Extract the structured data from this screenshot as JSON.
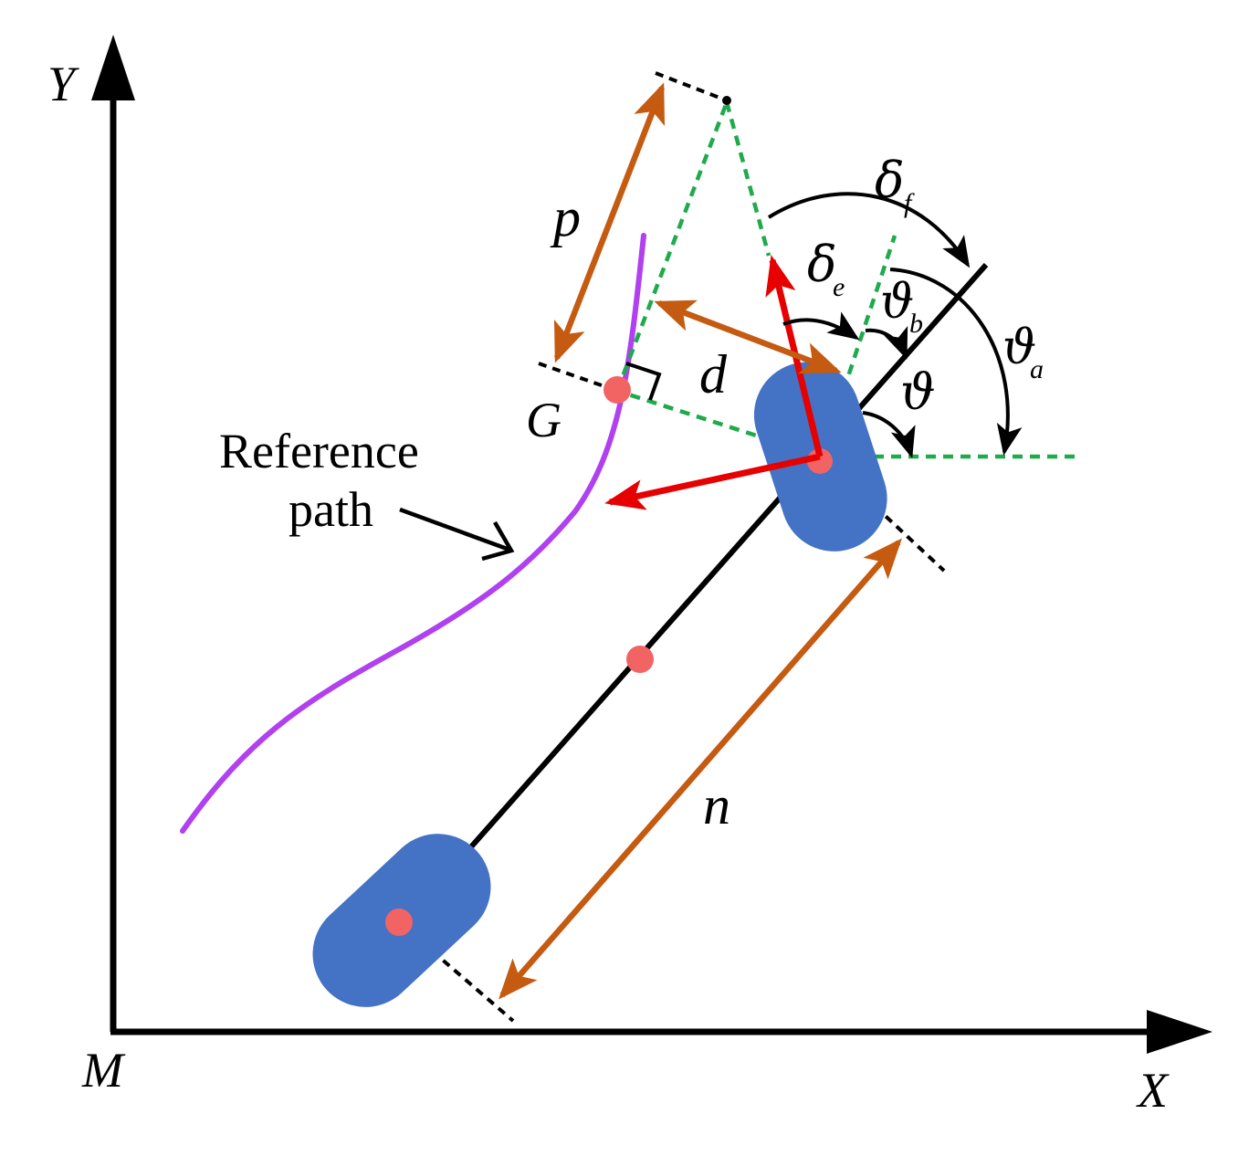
{
  "diagram": {
    "axes": {
      "origin_label": "M",
      "x_label": "X",
      "y_label": "Y"
    },
    "labels": {
      "goal_point": "G",
      "lookahead_distance": "p",
      "lateral_distance": "d",
      "wheelbase": "n",
      "delta": "δ",
      "delta_f_sub": "f",
      "delta_e_sub": "e",
      "theta": "ϑ",
      "theta_a_sub": "a",
      "theta_b_sub": "b",
      "reference_line1": "Reference",
      "reference_line2": "path"
    },
    "colors": {
      "axes": "#000000",
      "vehicle_body": "#000000",
      "wheels": "#4472C4",
      "points": "#F26464",
      "reference_path": "#B040F0",
      "dimensions": "#C55A11",
      "velocity_vectors": "#E60000",
      "construction_lines": "#1FAA4C"
    }
  }
}
